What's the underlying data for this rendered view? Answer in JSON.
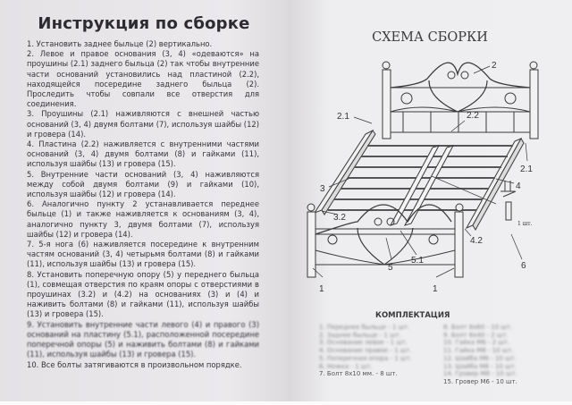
{
  "left_page": {
    "title": "Инструкция по сборке",
    "steps": [
      "1. Установить заднее быльце (2) вертикально.",
      "2. Левое и правое основания (3, 4) «одеваются» на проушины (2.1) заднего быльца (2) так чтобы внутренние части оснований установились над пластиной (2.2), находящейся посередине заднего быльца (2). Проследить чтобы совпали все отверстия для соединения.",
      "3. Проушины (2.1) наживляются с внешней частью оснований (3, 4) двумя болтами (7), используя шайбы (12) и гровера (14).",
      "4. Пластина (2.2) наживляется с внутренними частями оснований (3, 4) двумя болтами (8) и гайками (11), используя шайбы (13) и гровера (15).",
      "5. Внутренние части оснований (3, 4) наживляются между собой двумя болтами (9) и гайками (10), используя шайбы (12) и гровера (14).",
      "6. Аналогично пункту 2 устанавливается переднее быльце (1) и также наживляется к основаниям (3, 4), аналогично пункту 3, двумя болтами (7), используя шайбы (12) и гровера (14).",
      "7. 5-я нога (6) наживляется посередине к внутренним частям оснований (3, 4) четырьмя болтами (8) и гайками (11), используя шайбы (13) и гровера (15).",
      "8. Установить поперечную опору (5) у переднего быльца (1), совмещая отверстия по краям опоры с отверстиями в проушинах (3.2) и (4.2) на основаниях (3) и (4) и наживить болтами (8) и гайками (11), используя шайбы (13) и гровера (15).",
      "9. Установить внутренние части левого (4) и правого (3) оснований на пластину (5.1), расположенной посередине поперечной опоры (5) и наживить болтами (8) и гайками (11), используя шайбы (13) и гровера (15).",
      "10. Все болты затягиваются в произвольном порядке."
    ]
  },
  "right_page": {
    "title": "СХЕМА СБОРКИ",
    "labels": {
      "l1a": "1",
      "l1b": "1",
      "l2": "2",
      "l21a": "2.1",
      "l21b": "2.1",
      "l22": "2.2",
      "l3": "3",
      "l32": "3.2",
      "l4": "4",
      "l42": "4.2",
      "l5": "5",
      "l51": "5.1",
      "l6": "6",
      "qty": "1 шт."
    },
    "kit": {
      "title": "КОМПЛЕКТАЦИЯ",
      "left": [
        "1. Переднее быльце - 1 шт.",
        "2. Заднее быльце - 1 шт.",
        "3. Основание левое - 1 шт.",
        "4. Основание правое - 1 шт.",
        "5. Поперечная опора - 1 шт.",
        "6. Ножка - 1 шт.",
        "7. Болт 8х10 мм. - 8 шт."
      ],
      "right": [
        "8. Болт 8х60 - 10 шт.",
        "9. Болт 8х40 - 2 шт.",
        "10. Гайка М6 - 2 шт.",
        "11. Гайка М8 - 10 шт.",
        "12. Шайба М6 - 10 шт.",
        "13. Шайба М8 - 10 шт.",
        "14. Гровер М8 - 10 шт.",
        "15. Гровер М6 - 10 шт."
      ]
    }
  }
}
